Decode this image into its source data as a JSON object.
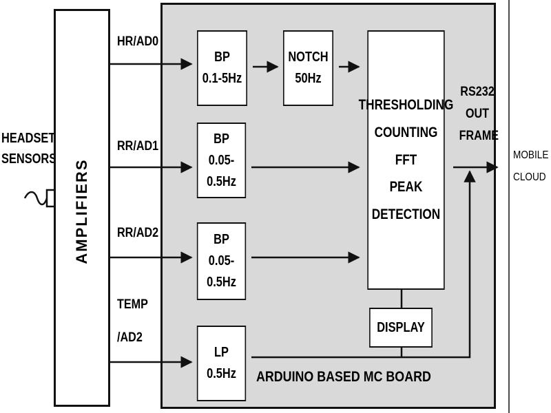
{
  "headset": {
    "line1": "HEADSET",
    "line2": "SENSORS"
  },
  "amplifiers": {
    "label": "AMPLIFIERS"
  },
  "signals": {
    "hr": "HR/AD0",
    "rr1": "RR/AD1",
    "rr2": "RR/AD2",
    "temp1": "TEMP",
    "temp2": "/AD2"
  },
  "filters": {
    "bp1": {
      "l1": "BP",
      "l2": "0.1-5Hz"
    },
    "notch": {
      "l1": "NOTCH",
      "l2": "50Hz"
    },
    "bp2": {
      "l1": "BP",
      "l2": "0.05-0.5Hz"
    },
    "bp3": {
      "l1": "BP",
      "l2": "0.05-0.5Hz"
    },
    "lp": {
      "l1": "LP",
      "l2": "0.5Hz"
    }
  },
  "processing": {
    "l1": "THRESHOLDING",
    "l2": "COUNTING",
    "l3": "FFT",
    "l4": "PEAK",
    "l5": "DETECTION"
  },
  "display": {
    "label": "DISPLAY"
  },
  "rs232": {
    "l1": "RS232",
    "l2": "OUT",
    "l3": "FRAME"
  },
  "board": {
    "label": "ARDUINO BASED MC BOARD"
  },
  "output": {
    "l1": "MOBILE",
    "l2": "CLOUD"
  }
}
